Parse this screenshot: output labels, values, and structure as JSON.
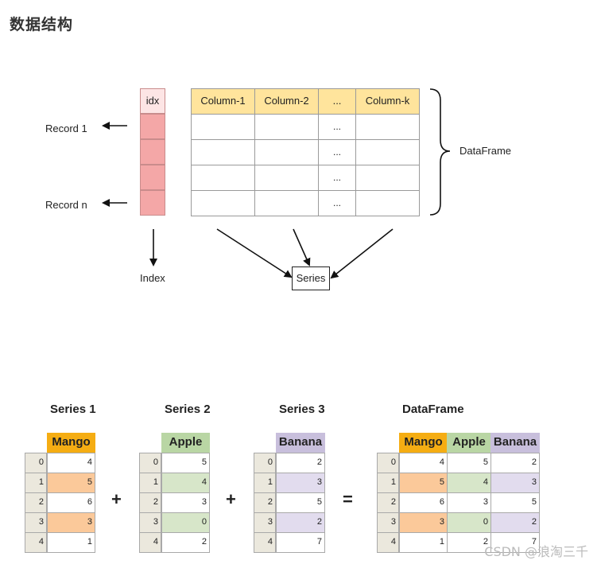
{
  "heading": "数据结构",
  "top_diagram": {
    "index_header": "idx",
    "columns": [
      "Column-1",
      "Column-2",
      "...",
      "Column-k"
    ],
    "row_dots": [
      "...",
      "...",
      "...",
      "..."
    ],
    "record_first": "Record 1",
    "record_last": "Record n",
    "index_label": "Index",
    "dataframe_label": "DataFrame",
    "series_label": "Series"
  },
  "bottom": {
    "series1": {
      "title": "Series 1",
      "header": "Mango",
      "color": "#f5ad13",
      "index": [
        0,
        1,
        2,
        3,
        4
      ],
      "values": [
        4,
        5,
        6,
        3,
        1
      ],
      "highlight": [
        1,
        3
      ],
      "highlight_color": "#fbc99a"
    },
    "series2": {
      "title": "Series 2",
      "header": "Apple",
      "color": "#b9d6a4",
      "index": [
        0,
        1,
        2,
        3,
        4
      ],
      "values": [
        5,
        4,
        3,
        0,
        2
      ],
      "highlight": [
        1,
        3
      ],
      "highlight_color": "#d7e6c9"
    },
    "series3": {
      "title": "Series 3",
      "header": "Banana",
      "color": "#c8bfdc",
      "index": [
        0,
        1,
        2,
        3,
        4
      ],
      "values": [
        2,
        3,
        5,
        2,
        7
      ],
      "highlight": [
        1,
        3
      ],
      "highlight_color": "#e2dcee"
    },
    "dataframe": {
      "title": "DataFrame",
      "headers": [
        "Mango",
        "Apple",
        "Banana"
      ],
      "index": [
        0,
        1,
        2,
        3,
        4
      ],
      "rows": [
        [
          4,
          5,
          2
        ],
        [
          5,
          4,
          3
        ],
        [
          6,
          3,
          5
        ],
        [
          3,
          0,
          2
        ],
        [
          1,
          2,
          7
        ]
      ]
    },
    "plus": "+",
    "equals": "="
  },
  "watermark": "CSDN @浪淘三千"
}
